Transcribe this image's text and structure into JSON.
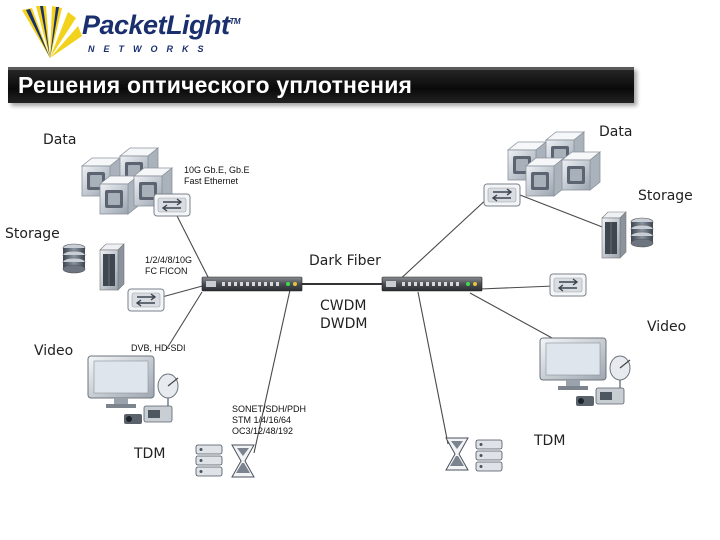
{
  "brand": {
    "name": "PacketLight",
    "tm": "TM",
    "sub": "NETWORKS"
  },
  "title": "Решения оптического уплотнения",
  "labels": {
    "data_left": "Data",
    "data_right": "Data",
    "storage_left": "Storage",
    "storage_right": "Storage",
    "video_left": "Video",
    "video_right": "Video",
    "tdm_left": "TDM",
    "tdm_right": "TDM",
    "dark_fiber": "Dark Fiber",
    "cwdm": "CWDM",
    "dwdm": "DWDM"
  },
  "interfaces": {
    "ethernet_1": "10G Gb.E, Gb.E",
    "ethernet_2": "Fast Ethernet",
    "fc_1": "1/2/4/8/10G",
    "fc_2": "FC FICON",
    "video": "DVB, HD-SDI",
    "sonet_1": "SONET/SDH/PDH",
    "sonet_2": "STM 1/4/16/64",
    "sonet_3": "OC3/12/48/192"
  },
  "colors": {
    "brand": "#1a2f6e",
    "logo_accent": "#f2d21b",
    "fiber": "#4a4a4a"
  }
}
